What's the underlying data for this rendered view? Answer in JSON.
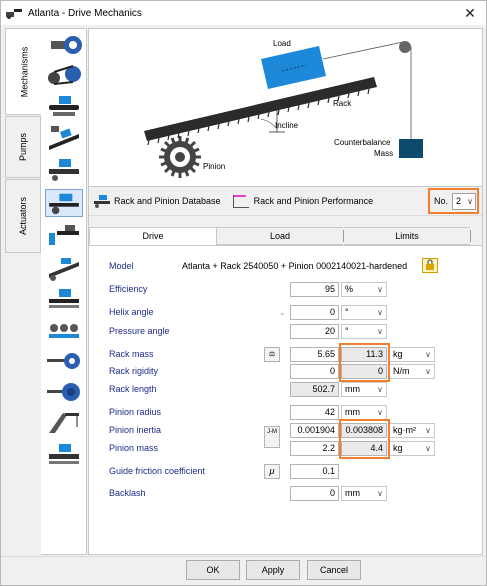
{
  "window": {
    "title": "Atlanta - Drive Mechanics",
    "close_glyph": "✕"
  },
  "side_tabs": [
    "Mechanisms",
    "Pumps",
    "Actuators"
  ],
  "mechanism_icons": [
    "belt-drive-icon",
    "pulley-belt-icon",
    "conveyor-icon",
    "tilted-conveyor-icon",
    "cart-conveyor-icon",
    "rack-pinion-icon",
    "rack-pinion-tilted-icon",
    "rack-pinion-rail-icon",
    "linear-axis-icon",
    "roller-table-icon",
    "ball-screw-icon",
    "spindle-icon",
    "hoist-arm-icon",
    "turntable-icon"
  ],
  "diagram": {
    "load_label": "Load",
    "rack_label": "Rack",
    "incline_label": "Incline",
    "pinion_label": "Pinion",
    "counterbalance_line1": "Counterbalance",
    "counterbalance_line2": "Mass",
    "load_color": "#1e88d8",
    "counterbalance_color": "#0d4a6e"
  },
  "database_link": "Rack and Pinion Database",
  "performance_link": "Rack and Pinion Performance",
  "number_selector": {
    "label": "No.",
    "value": "2",
    "dropdown_glyph": "∨"
  },
  "tabs": [
    "Drive",
    "Load",
    "Limits"
  ],
  "model": {
    "label": "Model",
    "value": "Atlanta + Rack 2540050 + Pinion 0002140021-hardened"
  },
  "properties": {
    "efficiency": {
      "label": "Efficiency",
      "value": "95",
      "unit": "%"
    },
    "helix_angle": {
      "label": "Helix angle",
      "value": "0",
      "unit": "°"
    },
    "pressure_angle": {
      "label": "Pressure angle",
      "value": "20",
      "unit": "°"
    },
    "rack_mass": {
      "label": "Rack mass",
      "value1": "5.65",
      "value2": "11.3",
      "unit": "kg"
    },
    "rack_rigidity": {
      "label": "Rack rigidity",
      "value1": "0",
      "value2": "0",
      "unit": "N/m"
    },
    "rack_length": {
      "label": "Rack length",
      "value": "502.7",
      "unit": "mm"
    },
    "pinion_radius": {
      "label": "Pinion radius",
      "value": "42",
      "unit": "mm"
    },
    "pinion_inertia": {
      "label": "Pinion inertia",
      "value1": "0.001904",
      "value2": "0.003808",
      "unit": "kg·m²"
    },
    "pinion_mass": {
      "label": "Pinion mass",
      "value1": "2.2",
      "value2": "4.4",
      "unit": "kg"
    },
    "guide_friction": {
      "label": "Guide friction coefficient",
      "value": "0.1",
      "button": "μ"
    },
    "backlash": {
      "label": "Backlash",
      "value": "0",
      "unit": "mm"
    }
  },
  "calc_button": "J-M",
  "buttons": {
    "ok": "OK",
    "apply": "Apply",
    "cancel": "Cancel"
  },
  "accent_color": "#f08030"
}
